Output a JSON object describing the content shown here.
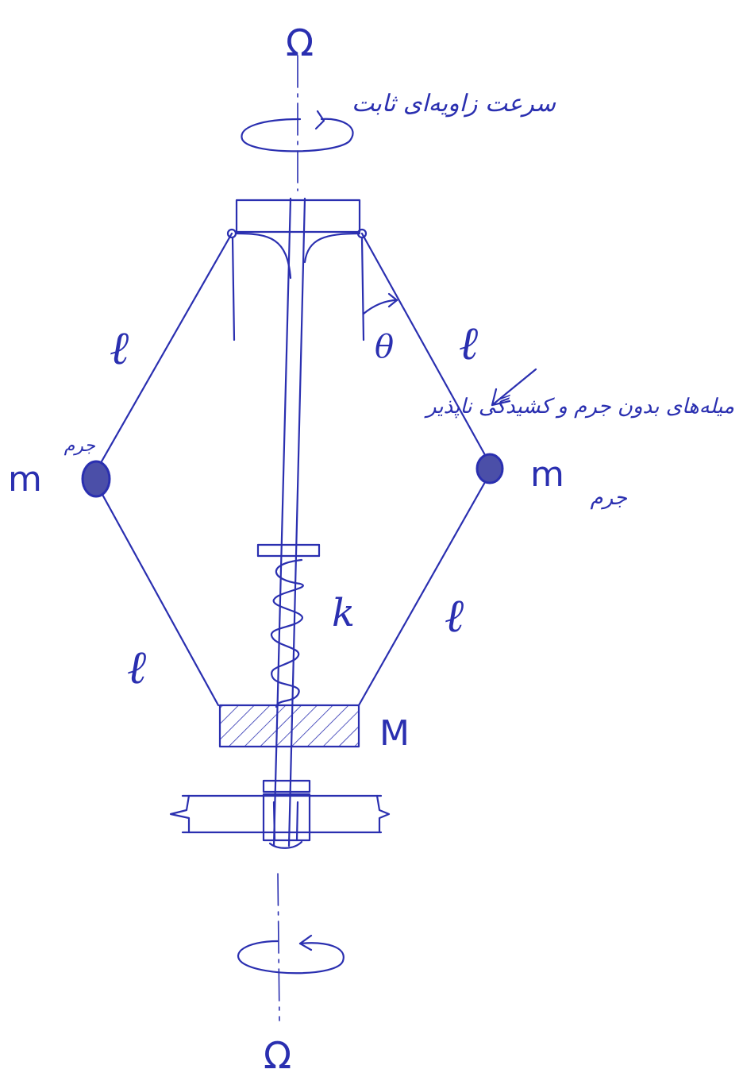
{
  "labels": {
    "omega_top": "Ω",
    "omega_bottom": "Ω",
    "theta": "θ",
    "link_upper_left": "ℓ",
    "link_upper_right": "ℓ",
    "link_lower_left": "ℓ",
    "link_lower_right": "ℓ",
    "mass_left": "m",
    "mass_right": "m",
    "spring": "k",
    "slider_mass": "M"
  },
  "annotations": {
    "angular_velocity_note": "سرعت زاویه‌ای ثابت",
    "links_note": "میله‌های بدون جرم و کشیدگی ناپذیر",
    "mass_note_left": "جرم",
    "mass_note_right": "جرم"
  },
  "colors": {
    "ink": "#2a2fb0",
    "mass_fill": "#4b4fa8"
  }
}
